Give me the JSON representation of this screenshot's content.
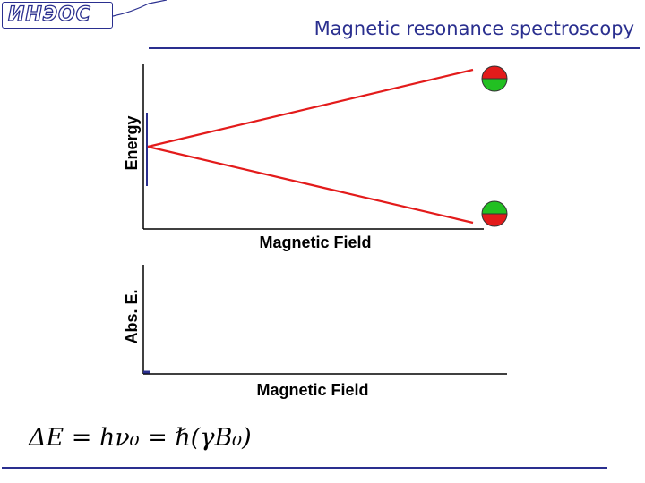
{
  "header": {
    "logo_text": "ИНЭОС",
    "title": "Magnetic resonance spectroscopy"
  },
  "energy_panel": {
    "ylabel": "Energy",
    "xlabel": "Magnetic Field"
  },
  "absorption_panel": {
    "ylabel": "Abs. E.",
    "xlabel": "Magnetic Field"
  },
  "equation": {
    "text": "ΔE = hν₀ = ℏ(γB₀)"
  },
  "colors": {
    "brand": "#2a2f8f",
    "energy_level_line": "#e31b1b",
    "spin_red": "#e31b1b",
    "spin_green": "#22c022",
    "marker_blue": "#2a2f8f"
  }
}
